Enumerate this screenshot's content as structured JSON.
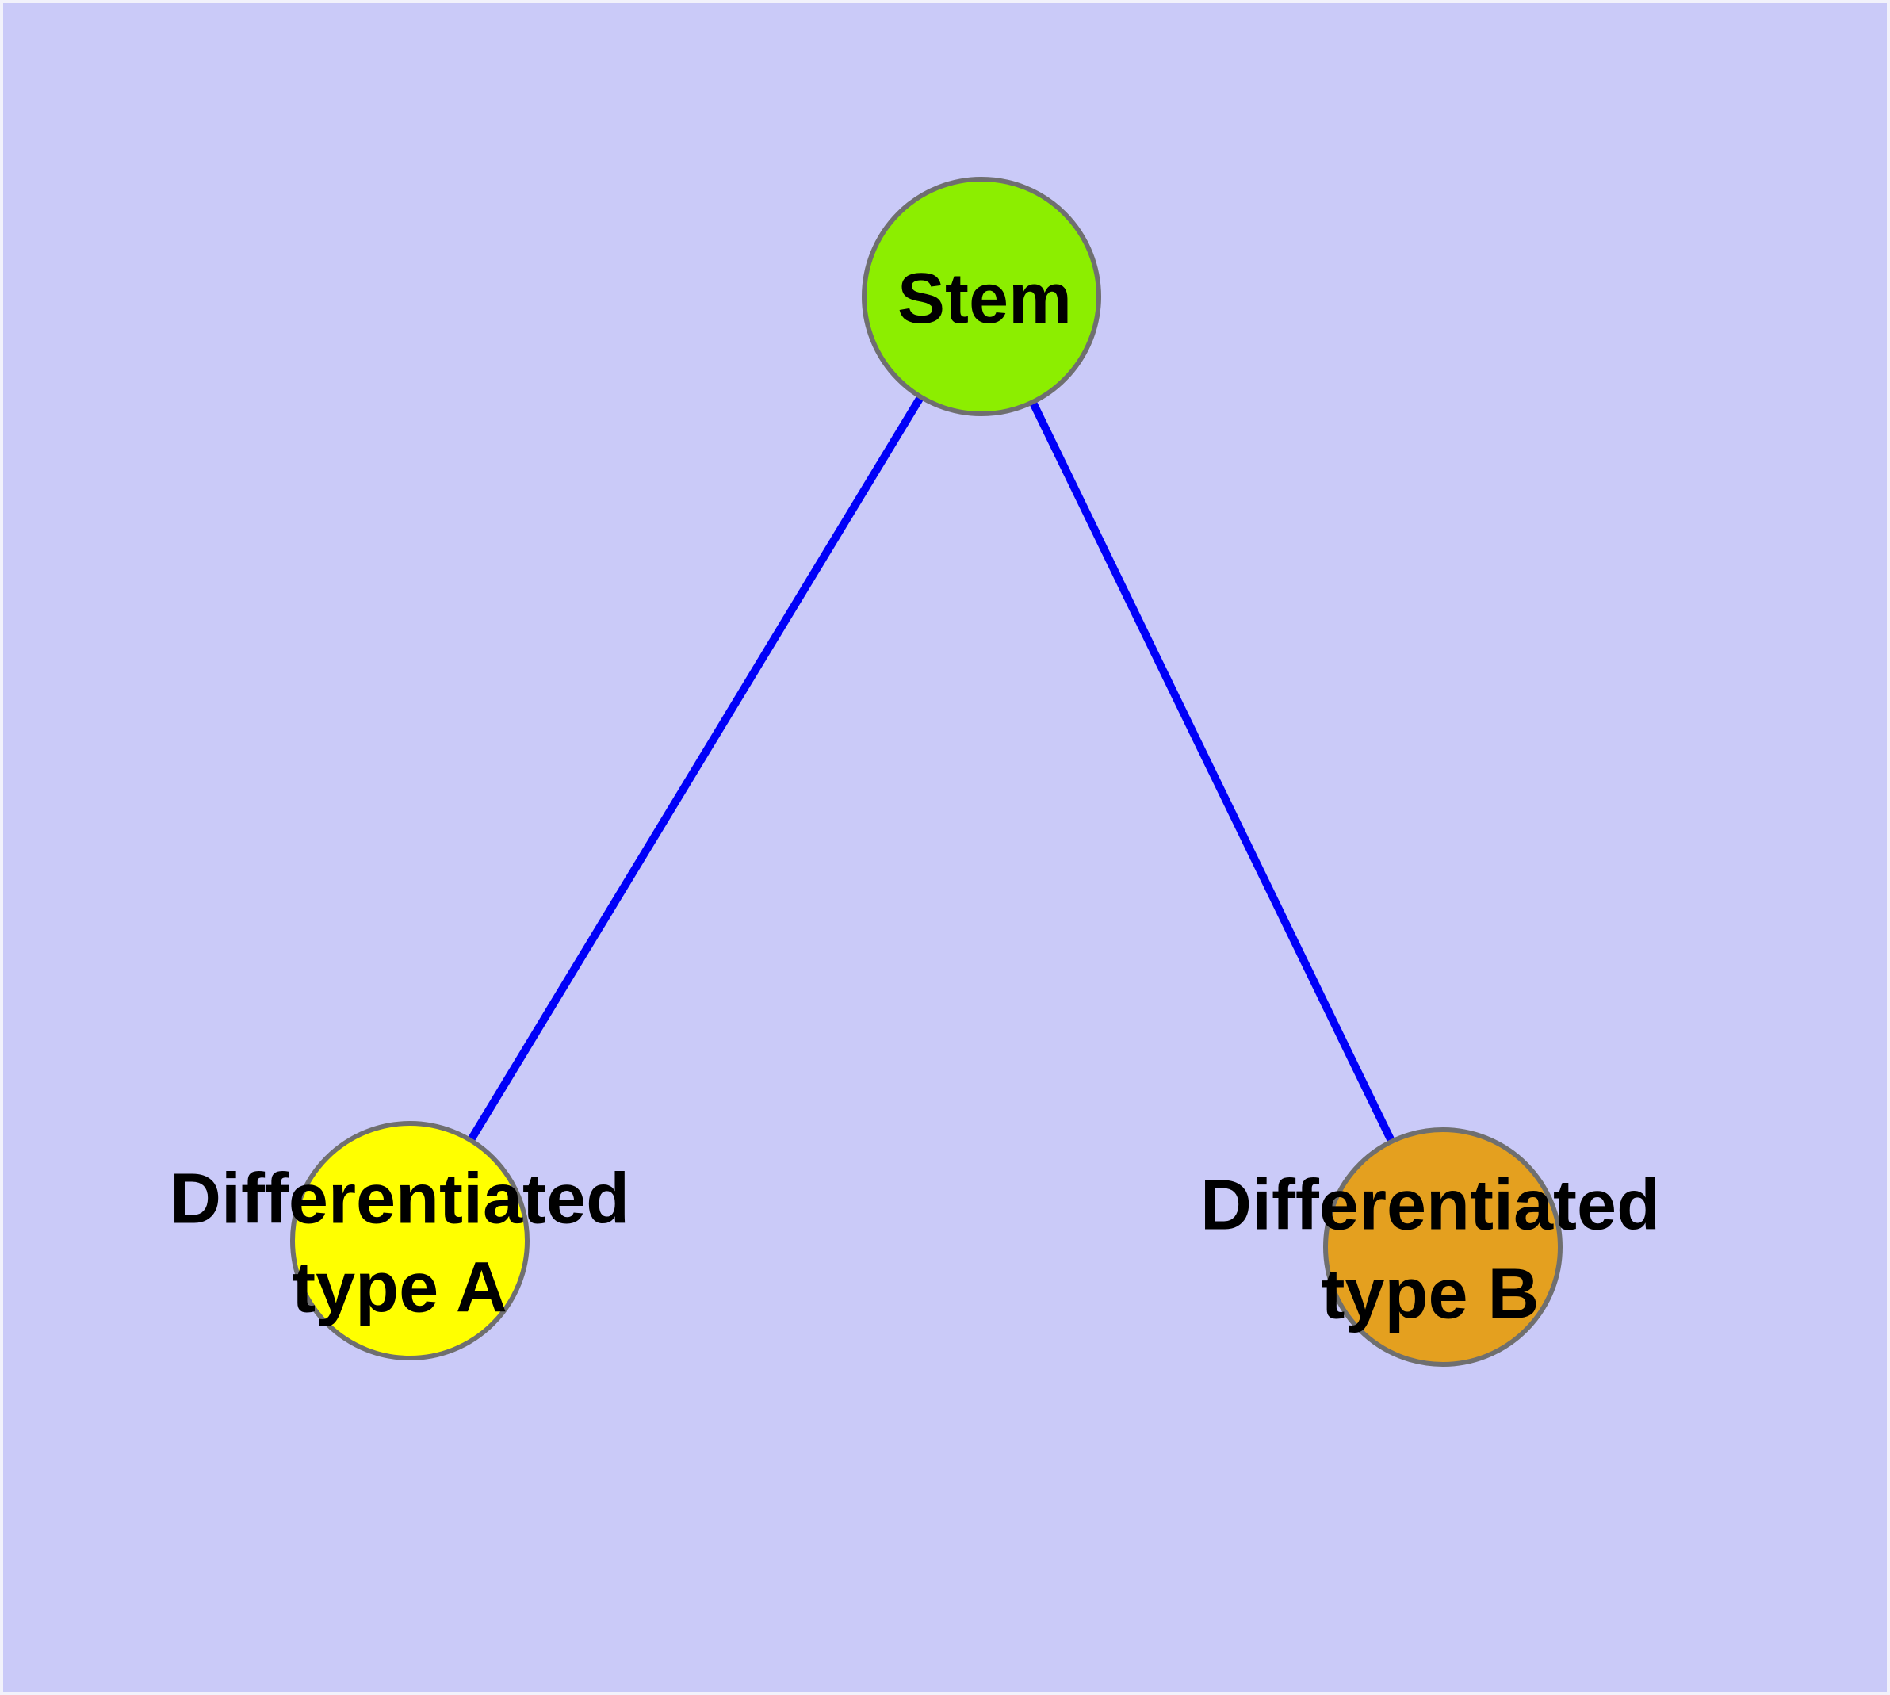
{
  "diagram": {
    "background_color": "#CACAF8",
    "frame_color": "#F2F2FB",
    "text_color": "#000000",
    "nodes": [
      {
        "id": "stem",
        "label": "Stem",
        "fill": "#8CEE00",
        "border": "#6F6F6F"
      },
      {
        "id": "type-a",
        "label": "Differentiated\ntype A",
        "fill": "#FFFF00",
        "border": "#6F6F6F"
      },
      {
        "id": "type-b",
        "label": "Differentiated\ntype B",
        "fill": "#E4A01F",
        "border": "#6F6F6F"
      }
    ],
    "edges": [
      {
        "from": "stem",
        "to": "type-a",
        "color": "#0000F8"
      },
      {
        "from": "stem",
        "to": "type-b",
        "color": "#0000F8"
      }
    ]
  }
}
